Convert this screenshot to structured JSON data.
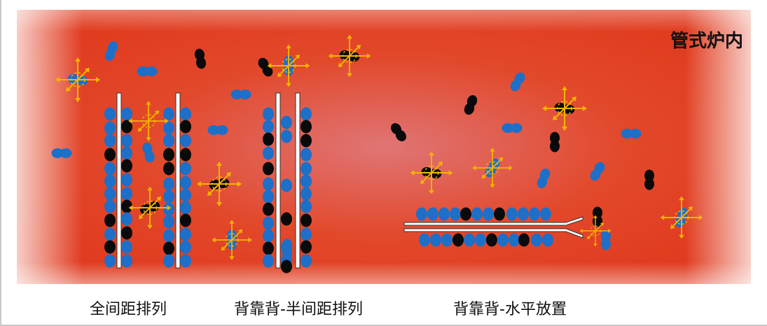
{
  "title": "管式炉内",
  "captions": [
    "全间距排列",
    "背靠背-半间距排列",
    "背靠背-水平放置"
  ],
  "colors": {
    "furnace_center": "#e07070",
    "furnace_mid": "#e03a1e",
    "furnace_edge": "#f4c8bc",
    "blue_molecule": "#1e6fc8",
    "black_molecule": "#0a0a0a",
    "spark": "#f5b400",
    "wafer": "#ffffff"
  },
  "icons": [
    "blue-dimer-molecule",
    "black-dimer-molecule",
    "spark-burst",
    "wafer-plate"
  ]
}
